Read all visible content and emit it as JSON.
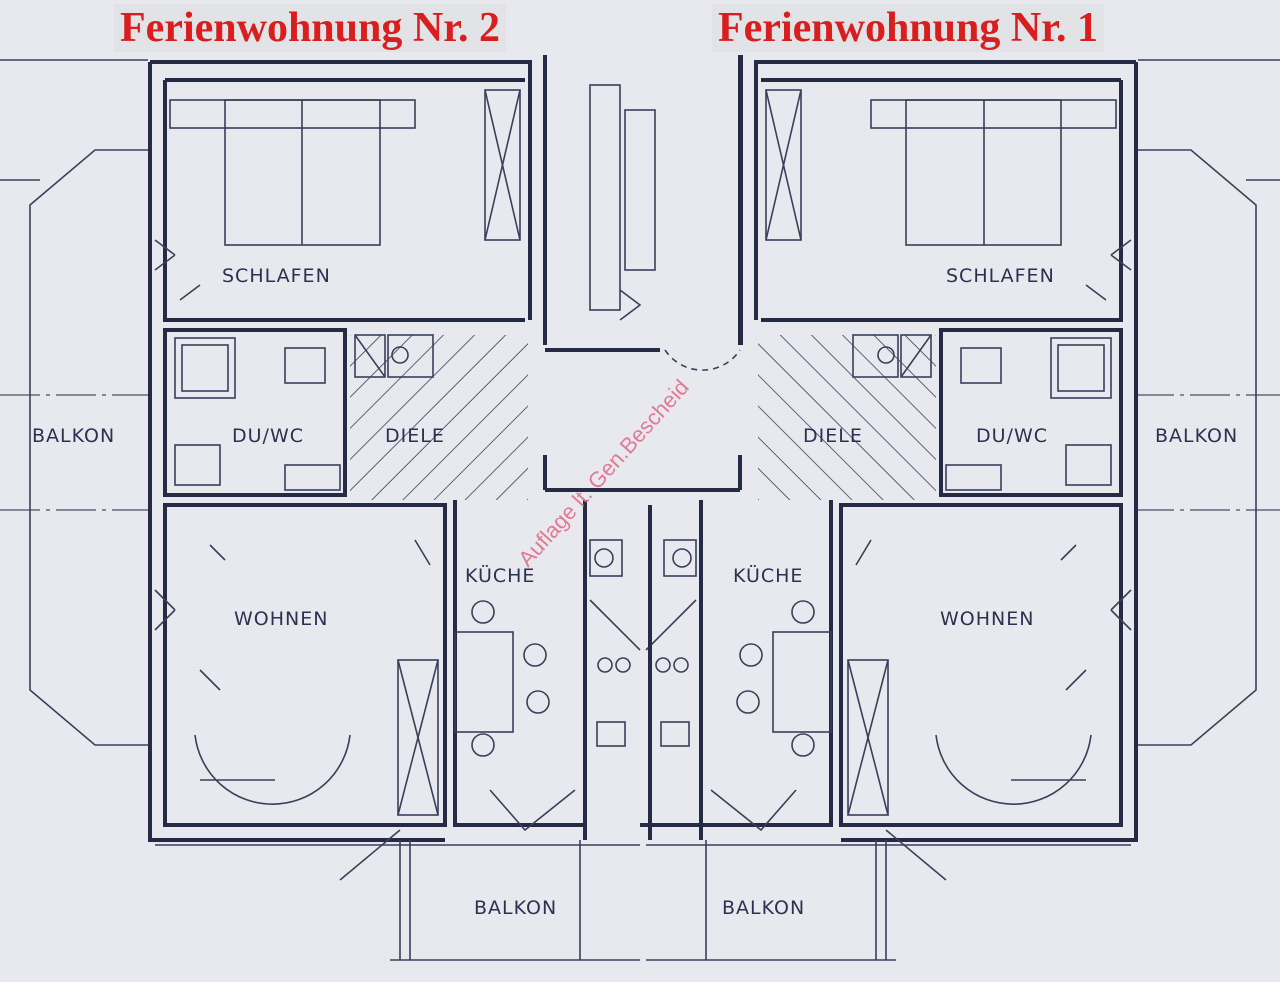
{
  "titles": {
    "unit2": "Ferienwohnung Nr. 2",
    "unit1": "Ferienwohnung Nr. 1"
  },
  "rooms": {
    "unit2": {
      "schlafen": "SCHLAFEN",
      "duwc": "DU/WC",
      "diele": "DIELE",
      "wohnen": "WOHNEN",
      "kueche": "KÜCHE",
      "balkon_side": "BALKON",
      "balkon_bottom": "BALKON"
    },
    "unit1": {
      "schlafen": "SCHLAFEN",
      "duwc": "DU/WC",
      "diele": "DIELE",
      "wohnen": "WOHNEN",
      "kueche": "KÜCHE",
      "balkon_side": "BALKON",
      "balkon_bottom": "BALKON"
    }
  },
  "stamp": "Auflage lt. Gen.Bescheid",
  "colors": {
    "title": "#d81e1e",
    "lines": "#262b45",
    "paper": "#e8e9ef",
    "stamp": "#e0708a"
  }
}
